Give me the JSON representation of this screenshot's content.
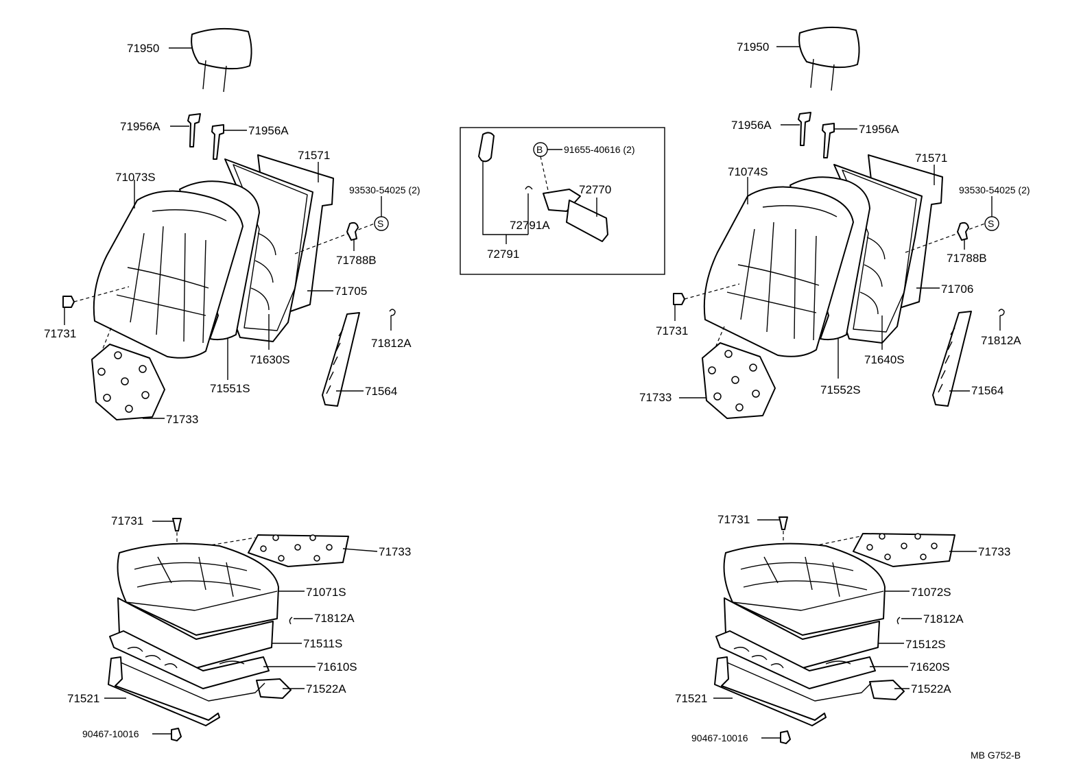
{
  "diagram": {
    "code": "MB  G752-B",
    "labels": {
      "l71950": "71950",
      "l71956a_1": "71956A",
      "l71956a_2": "71956A",
      "l71073s": "71073S",
      "l71571": "71571",
      "l93530": "93530-54025 (2)",
      "l71788b": "71788B",
      "l71705": "71705",
      "l71731": "71731",
      "l71630s": "71630S",
      "l71812a": "71812A",
      "l71551s": "71551S",
      "l71564": "71564",
      "l71733": "71733",
      "c91655": "91655-40616 (2)",
      "c72770": "72770",
      "c72791a": "72791A",
      "c72791": "72791",
      "r71950": "71950",
      "r71956a_1": "71956A",
      "r71956a_2": "71956A",
      "r71074s": "71074S",
      "r71571": "71571",
      "r93530": "93530-54025 (2)",
      "r71788b": "71788B",
      "r71706": "71706",
      "r71731": "71731",
      "r71640s": "71640S",
      "r71812a": "71812A",
      "r71733": "71733",
      "r71552s": "71552S",
      "r71564": "71564",
      "bl71731": "71731",
      "bl71733": "71733",
      "bl71071s": "71071S",
      "bl71812a": "71812A",
      "bl71511s": "71511S",
      "bl71610s": "71610S",
      "bl71522a": "71522A",
      "bl71521": "71521",
      "bl90467": "90467-10016",
      "br71731": "71731",
      "br71733": "71733",
      "br71072s": "71072S",
      "br71812a": "71812A",
      "br71512s": "71512S",
      "br71620s": "71620S",
      "br71522a": "71522A",
      "br71521": "71521",
      "br90467": "90467-10016"
    },
    "symbols": {
      "s": "S",
      "b": "B"
    }
  }
}
